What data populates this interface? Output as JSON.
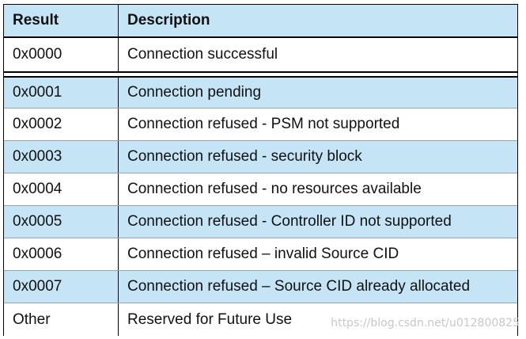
{
  "table": {
    "headers": [
      "Result",
      "Description"
    ],
    "rows": [
      {
        "result": "0x0000",
        "description": "Connection successful"
      },
      {
        "result": "0x0001",
        "description": "Connection pending"
      },
      {
        "result": "0x0002",
        "description": "Connection refused - PSM not supported"
      },
      {
        "result": "0x0003",
        "description": "Connection refused - security block"
      },
      {
        "result": "0x0004",
        "description": "Connection refused - no resources available"
      },
      {
        "result": "0x0005",
        "description": "Connection refused - Controller ID not supported"
      },
      {
        "result": "0x0006",
        "description": "Connection refused – invalid Source CID"
      },
      {
        "result": "0x0007",
        "description": "Connection refused – Source CID already allocated"
      },
      {
        "result": "Other",
        "description": "Reserved for Future Use"
      }
    ]
  },
  "watermark": "https://blog.csdn.net/u012800825",
  "colors": {
    "row_alt": "#c5e5f7",
    "row_plain": "#ffffff"
  }
}
